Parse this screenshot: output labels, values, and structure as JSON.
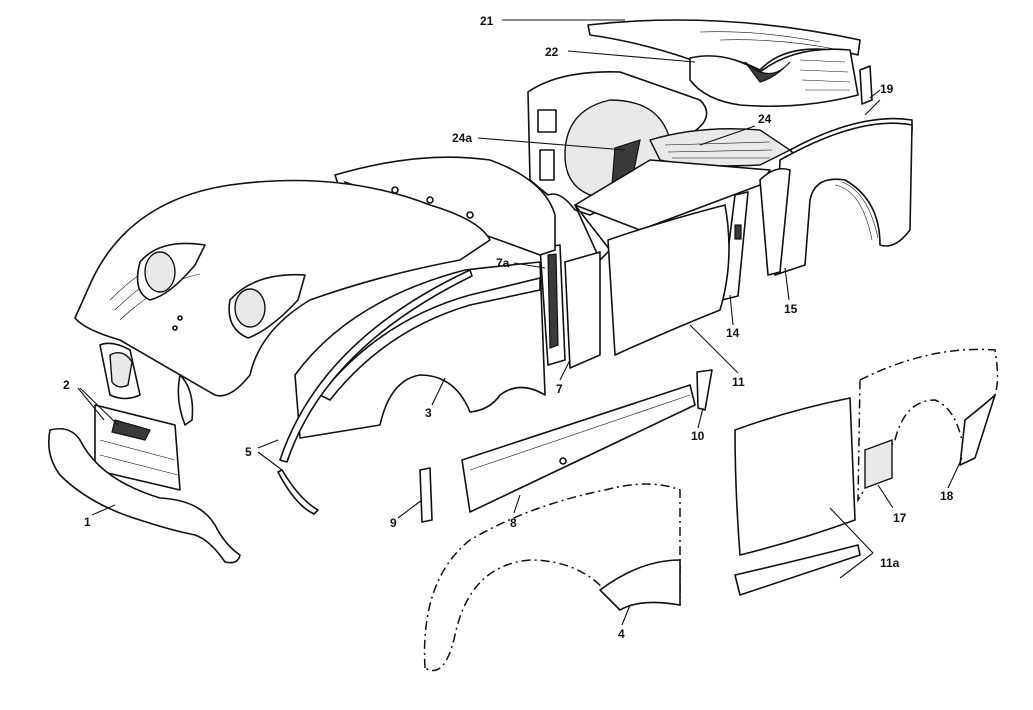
{
  "callouts": {
    "c1": "1",
    "c2": "2",
    "c3": "3",
    "c4": "4",
    "c5": "5",
    "c7": "7",
    "c7a": "7a",
    "c8": "8",
    "c9": "9",
    "c10": "10",
    "c11": "11",
    "c11a": "11a",
    "c14": "14",
    "c15": "15",
    "c17": "17",
    "c18": "18",
    "c19": "19",
    "c21": "21",
    "c22": "22",
    "c24": "24",
    "c24a": "24a"
  }
}
